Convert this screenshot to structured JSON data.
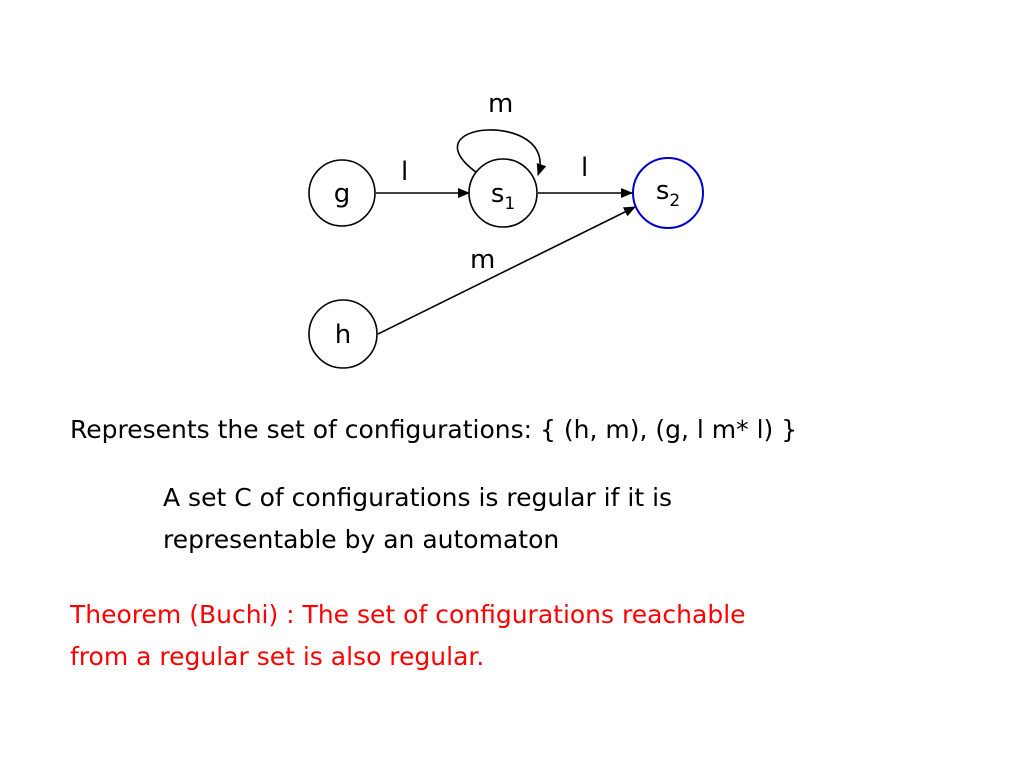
{
  "diagram": {
    "nodes": [
      {
        "id": "g",
        "label": "g",
        "sub": "",
        "accent": "#000000"
      },
      {
        "id": "s1",
        "label": "s",
        "sub": "1",
        "accent": "#000000"
      },
      {
        "id": "s2",
        "label": "s",
        "sub": "2",
        "accent": "#0000cc"
      },
      {
        "id": "h",
        "label": "h",
        "sub": "",
        "accent": "#000000"
      }
    ],
    "edges": [
      {
        "from": "g",
        "to": "s1",
        "label": "l"
      },
      {
        "from": "s1",
        "to": "s2",
        "label": "l"
      },
      {
        "from": "s1",
        "to": "s1",
        "label": "m"
      },
      {
        "from": "h",
        "to": "s2",
        "label": "m"
      }
    ]
  },
  "text": {
    "configurations": "Represents the set of configurations: { (h, m), (g, l m* l) }",
    "definition_line1": "A set C of configurations is regular if it is",
    "definition_line2": "representable by an automaton",
    "theorem_line1": "Theorem (Buchi) : The set of configurations reachable",
    "theorem_line2": "from a regular set is also regular."
  },
  "colors": {
    "text": "#000000",
    "theorem": "#ff0000",
    "final_state": "#0000cc"
  }
}
